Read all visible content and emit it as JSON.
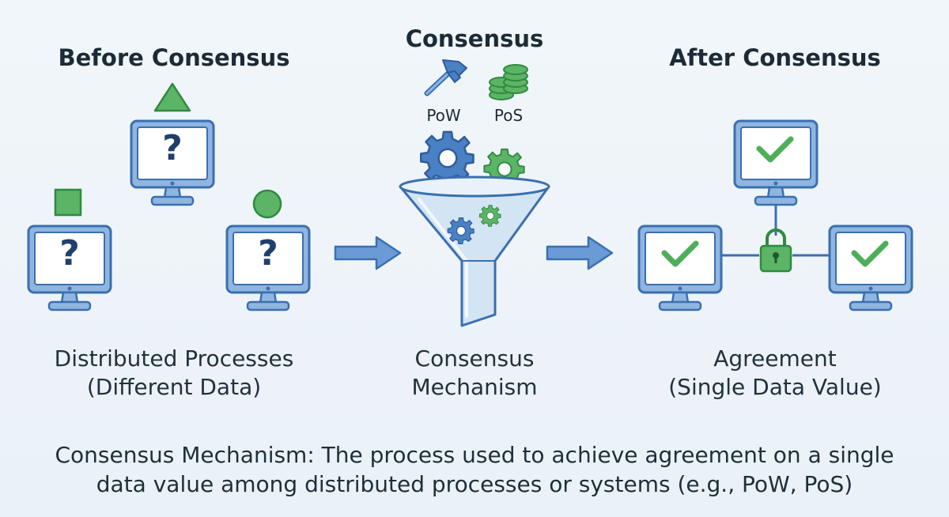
{
  "sections": {
    "before": {
      "title": "Before Consensus",
      "caption_line1": "Distributed Processes",
      "caption_line2": "(Different Data)",
      "monitor_symbol": "?"
    },
    "consensus": {
      "title": "Consensus",
      "pow_label": "PoW",
      "pos_label": "PoS",
      "caption_line1": "Consensus",
      "caption_line2": "Mechanism"
    },
    "after": {
      "title": "After Consensus",
      "caption_line1": "Agreement",
      "caption_line2": "(Single Data Value)"
    }
  },
  "footer": {
    "line1": "Consensus Mechanism: The process used to achieve agreement on a single",
    "line2": "data value among distributed processes or systems (e.g., PoW, PoS)"
  },
  "colors": {
    "monitor_stroke": "#3b6fb0",
    "monitor_fill": "#8fb6e0",
    "screen": "#ffffff",
    "green": "#4fae5a",
    "green_dark": "#2f8a3f",
    "arrow": "#5b8fd0",
    "text": "#1f2f3a"
  },
  "icons": {
    "pow": "hammer-icon",
    "pos": "coin-stack-icon",
    "mechanism": "funnel-icon",
    "gears": "gear-icon",
    "lock": "padlock-icon",
    "check": "checkmark-icon",
    "question": "question-mark-icon"
  }
}
